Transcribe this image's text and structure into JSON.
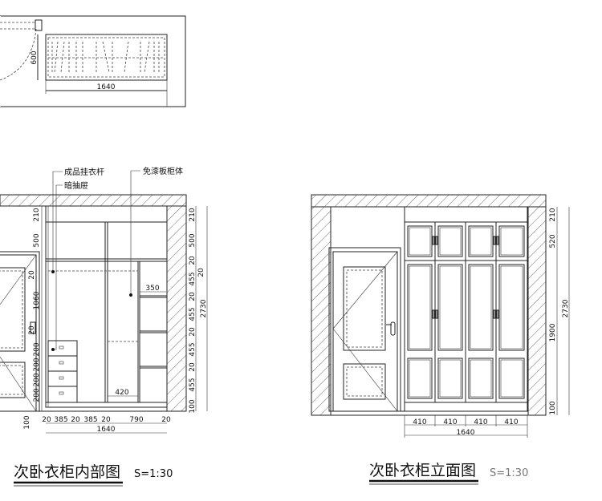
{
  "plan": {
    "depth": "600",
    "width": "1640"
  },
  "interior": {
    "title": "次卧衣柜内部图",
    "scale": "S=1:30",
    "callouts": {
      "rail": "成品挂衣杆",
      "drawer": "暗抽屉",
      "carcass": "免漆板柜体"
    },
    "left_dims": [
      "210",
      "500",
      "20",
      "1060",
      "20",
      "200",
      "200",
      "200",
      "200",
      "100"
    ],
    "right_dims": [
      "210",
      "500",
      "20",
      "455",
      "20",
      "455",
      "20",
      "455",
      "20",
      "455",
      "100"
    ],
    "right_extra": "20",
    "total_height": "2730",
    "bottom_dims": [
      "20",
      "385",
      "20",
      "385",
      "20",
      "790",
      "20"
    ],
    "total_width": "1640",
    "shelf_width": "350",
    "rail_width": "420"
  },
  "elevation": {
    "title": "次卧衣柜立面图",
    "scale": "S=1:30",
    "right_dims": [
      "210",
      "520",
      "1900",
      "100"
    ],
    "total_height": "2730",
    "bottom_dims": [
      "410",
      "410",
      "410",
      "410"
    ],
    "total_width": "1640"
  }
}
